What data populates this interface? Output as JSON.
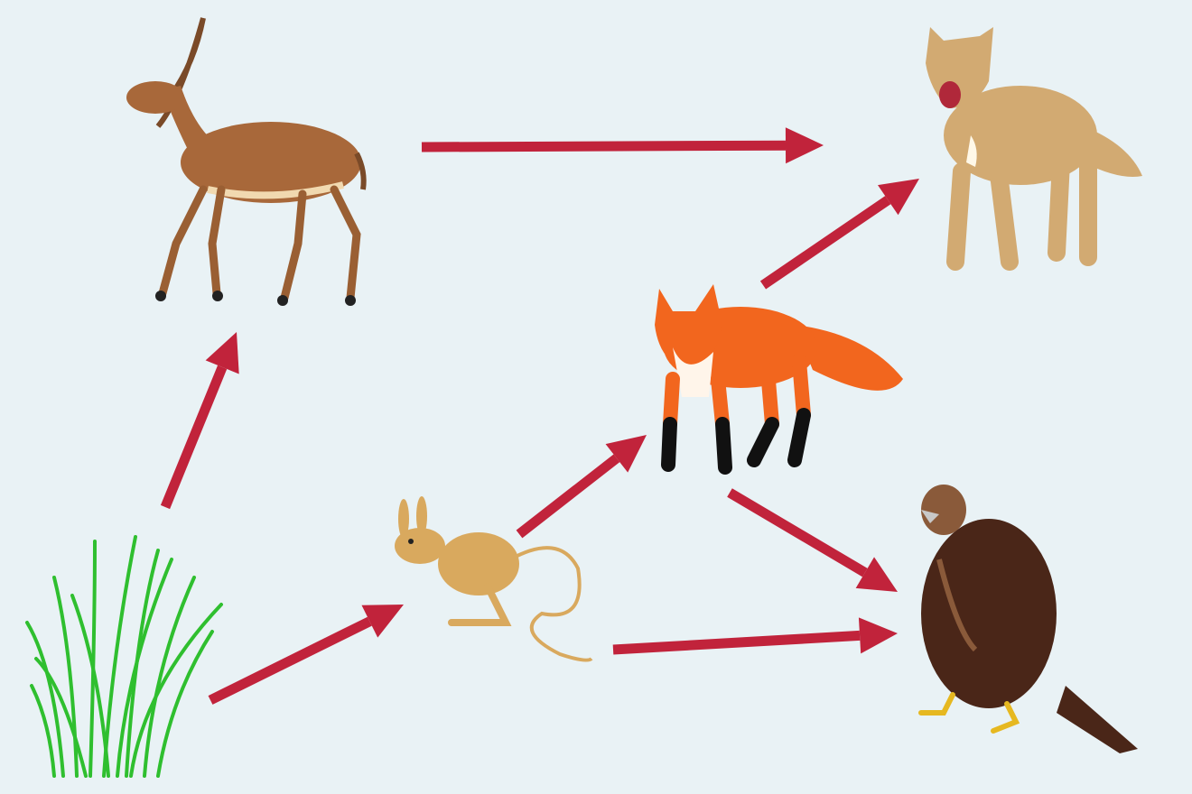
{
  "colors": {
    "background": "#e9f2f5",
    "arrow": "#c1233b",
    "grass": "#2fbf2f",
    "antelope": "#a8683a",
    "jerboa": "#d9a95e",
    "fox": "#f2661e",
    "wolf": "#d2aa72",
    "eagle": "#4a2618"
  },
  "nodes": [
    {
      "id": "grass",
      "icon": "grass-icon"
    },
    {
      "id": "antelope",
      "icon": "antelope-icon"
    },
    {
      "id": "jerboa",
      "icon": "jerboa-icon"
    },
    {
      "id": "fox",
      "icon": "fox-icon"
    },
    {
      "id": "wolf",
      "icon": "wolf-icon"
    },
    {
      "id": "eagle",
      "icon": "eagle-icon"
    }
  ],
  "edges": [
    {
      "from": "grass",
      "to": "antelope"
    },
    {
      "from": "grass",
      "to": "jerboa"
    },
    {
      "from": "antelope",
      "to": "wolf"
    },
    {
      "from": "jerboa",
      "to": "fox"
    },
    {
      "from": "fox",
      "to": "wolf"
    },
    {
      "from": "fox",
      "to": "eagle"
    },
    {
      "from": "jerboa",
      "to": "eagle"
    }
  ]
}
